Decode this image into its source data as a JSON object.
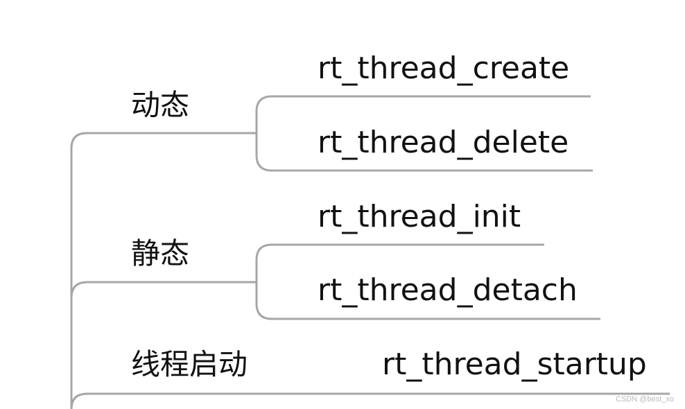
{
  "groups": [
    {
      "label": "动态",
      "functions": [
        "rt_thread_create",
        "rt_thread_delete"
      ]
    },
    {
      "label": "静态",
      "functions": [
        "rt_thread_init",
        "rt_thread_detach"
      ]
    },
    {
      "label": "线程启动",
      "functions": [
        "rt_thread_startup"
      ]
    }
  ],
  "watermark": "CSDN @best_xo",
  "colors": {
    "line": "#a6a6a6",
    "text": "#111111",
    "background": "#ffffff"
  }
}
